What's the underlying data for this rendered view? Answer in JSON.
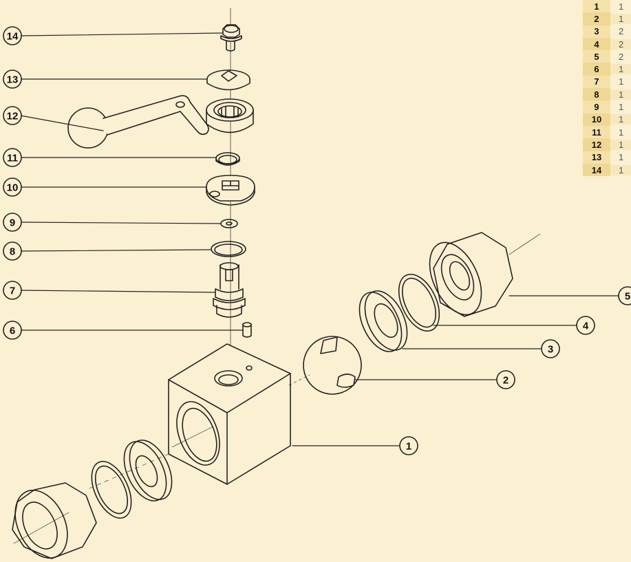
{
  "callouts": [
    {
      "id": "1"
    },
    {
      "id": "2"
    },
    {
      "id": "3"
    },
    {
      "id": "4"
    },
    {
      "id": "5"
    },
    {
      "id": "6"
    },
    {
      "id": "7"
    },
    {
      "id": "8"
    },
    {
      "id": "9"
    },
    {
      "id": "10"
    },
    {
      "id": "11"
    },
    {
      "id": "12"
    },
    {
      "id": "13"
    },
    {
      "id": "14"
    }
  ],
  "parts_table": {
    "rows": [
      {
        "num": "1",
        "qty": "1"
      },
      {
        "num": "2",
        "qty": "1"
      },
      {
        "num": "3",
        "qty": "2"
      },
      {
        "num": "4",
        "qty": "2"
      },
      {
        "num": "5",
        "qty": "2"
      },
      {
        "num": "6",
        "qty": "1"
      },
      {
        "num": "7",
        "qty": "1"
      },
      {
        "num": "8",
        "qty": "1"
      },
      {
        "num": "9",
        "qty": "1"
      },
      {
        "num": "10",
        "qty": "1"
      },
      {
        "num": "11",
        "qty": "1"
      },
      {
        "num": "12",
        "qty": "1"
      },
      {
        "num": "13",
        "qty": "1"
      },
      {
        "num": "14",
        "qty": "1"
      }
    ]
  },
  "colors": {
    "background": "#fbf0d2",
    "line": "#222222",
    "table_number_bg": "#f3dea0"
  }
}
